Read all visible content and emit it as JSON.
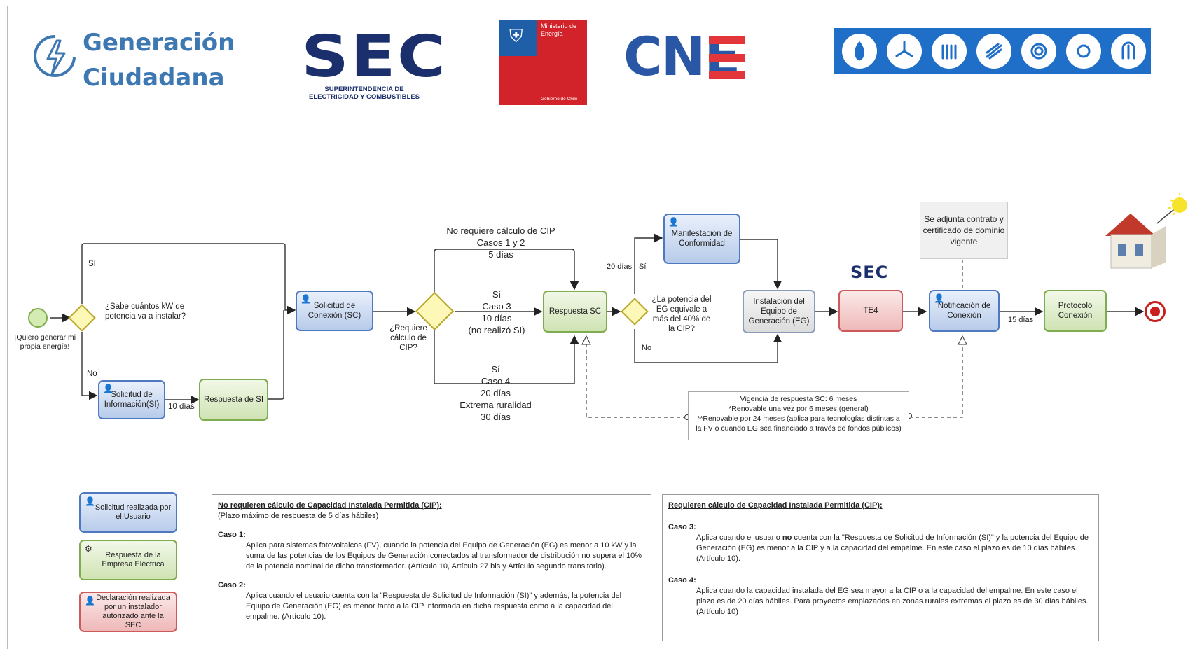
{
  "brand": {
    "line1": "Generación",
    "line2": "Ciudadana"
  },
  "logos": {
    "sec": "SEC",
    "sec_caption": "SUPERINTENDENCIA DE ELECTRICIDAD Y COMBUSTIBLES",
    "ministry_line1": "Ministerio de",
    "ministry_line2": "Energía",
    "gobierno": "Gobierno de Chile",
    "cne": "CNE",
    "icons": [
      "flame-icon",
      "wind-icon",
      "hydro-icon",
      "geothermal-icon",
      "solar-panel-icon",
      "sun-icon",
      "biomass-icon"
    ]
  },
  "colors": {
    "brand": "#3d78b3",
    "sec_navy": "#1a2f6b",
    "ministry_blue": "#1f5fa8",
    "ministry_red": "#d2232a",
    "cne_blue": "#2a56a6",
    "cne_red": "#e3363b",
    "bar_blue": "#1f6ec7"
  },
  "flow": {
    "start_label": "¡Quiero generar mi propia energía!",
    "q_kw": "¿Sabe cuántos kW de potencia va a instalar?",
    "si": "Sí",
    "no": "No",
    "si_label": "SI",
    "solicitud_info": "Solicitud de Información(SI)",
    "dias10": "10 días",
    "respuesta_si": "Respuesta de SI",
    "solicitud_conexion": "Solicitud de Conexión (SC)",
    "q_cip": "¿Requiere cálculo de CIP?",
    "top_branch": [
      "No requiere cálculo de CIP",
      "Casos 1 y 2",
      "5 días"
    ],
    "mid_branch": [
      "Sí",
      "Caso 3",
      "10 días",
      "(no realizó SI)"
    ],
    "bot_branch": [
      "Sí",
      "Caso 4",
      "20 días",
      "Extrema ruralidad",
      "30 días"
    ],
    "respuesta_sc": "Respuesta SC",
    "dias20": "20 días",
    "q_potencia": "¿La potencia del EG equivale a más del 40% de la CIP?",
    "manifestacion": "Manifestación de Conformidad",
    "instalacion": "Instalación del Equipo de Generación (EG)",
    "sec_small": "SEC",
    "te4": "TE4",
    "adjunta": "Se adjunta contrato y certificado de dominio vigente",
    "notificacion": "Notificación de Conexión",
    "dias15": "15 días",
    "protocolo": "Protocolo Conexión",
    "vigencia": [
      "Vigencia de respuesta SC: 6 meses",
      "*Renovable una vez por 6 meses (general)",
      "**Renovable por 24 meses (aplica para tecnologías distintas a",
      "la FV o cuando EG sea financiado a través de fondos públicos)"
    ]
  },
  "legend": [
    {
      "label": "Solicitud realizada por el Usuario"
    },
    {
      "label": "Respuesta de la Empresa Eléctrica"
    },
    {
      "label": "Declaración realizada por un instalador autorizado ante la SEC"
    }
  ],
  "panel_left": {
    "title": "No requieren cálculo de Capacidad Instalada Permitida (CIP):",
    "subtitle": "(Plazo máximo de respuesta de 5 días hábiles)",
    "case1_title": "Caso 1:",
    "case1_text": "Aplica para sistemas fotovoltaicos (FV), cuando la potencia del Equipo de Generación (EG) es menor a 10 kW y la suma de las potencias de los Equipos de Generación conectados al transformador de distribución no supera el 10% de la potencia nominal de dicho transformador. (Artículo 10, Artículo 27 bis y Artículo segundo transitorio).",
    "case2_title": "Caso 2:",
    "case2_text": "Aplica cuando el usuario cuenta con la \"Respuesta de Solicitud de Información (SI)\" y además, la potencia del Equipo de Generación (EG) es menor tanto a la CIP informada en dicha respuesta como a la capacidad del empalme. (Artículo 10)."
  },
  "panel_right": {
    "title": "Requieren cálculo de Capacidad Instalada Permitida (CIP):",
    "case3_title": "Caso 3:",
    "case3_pre": "Aplica cuando el usuario ",
    "case3_bold": "no",
    "case3_post": " cuenta con la \"Respuesta de Solicitud de Información (SI)\" y la potencia del Equipo de Generación (EG) es menor a la CIP y a la capacidad del empalme. En este caso el plazo es de 10 días hábiles. (Artículo 10).",
    "case4_title": "Caso 4:",
    "case4_text": "Aplica cuando la capacidad instalada del EG sea mayor a la CIP o a la capacidad del empalme. En este caso el plazo es de 20 días hábiles. Para proyectos emplazados en zonas rurales extremas el plazo es de 30 días hábiles. (Artículo 10)"
  }
}
